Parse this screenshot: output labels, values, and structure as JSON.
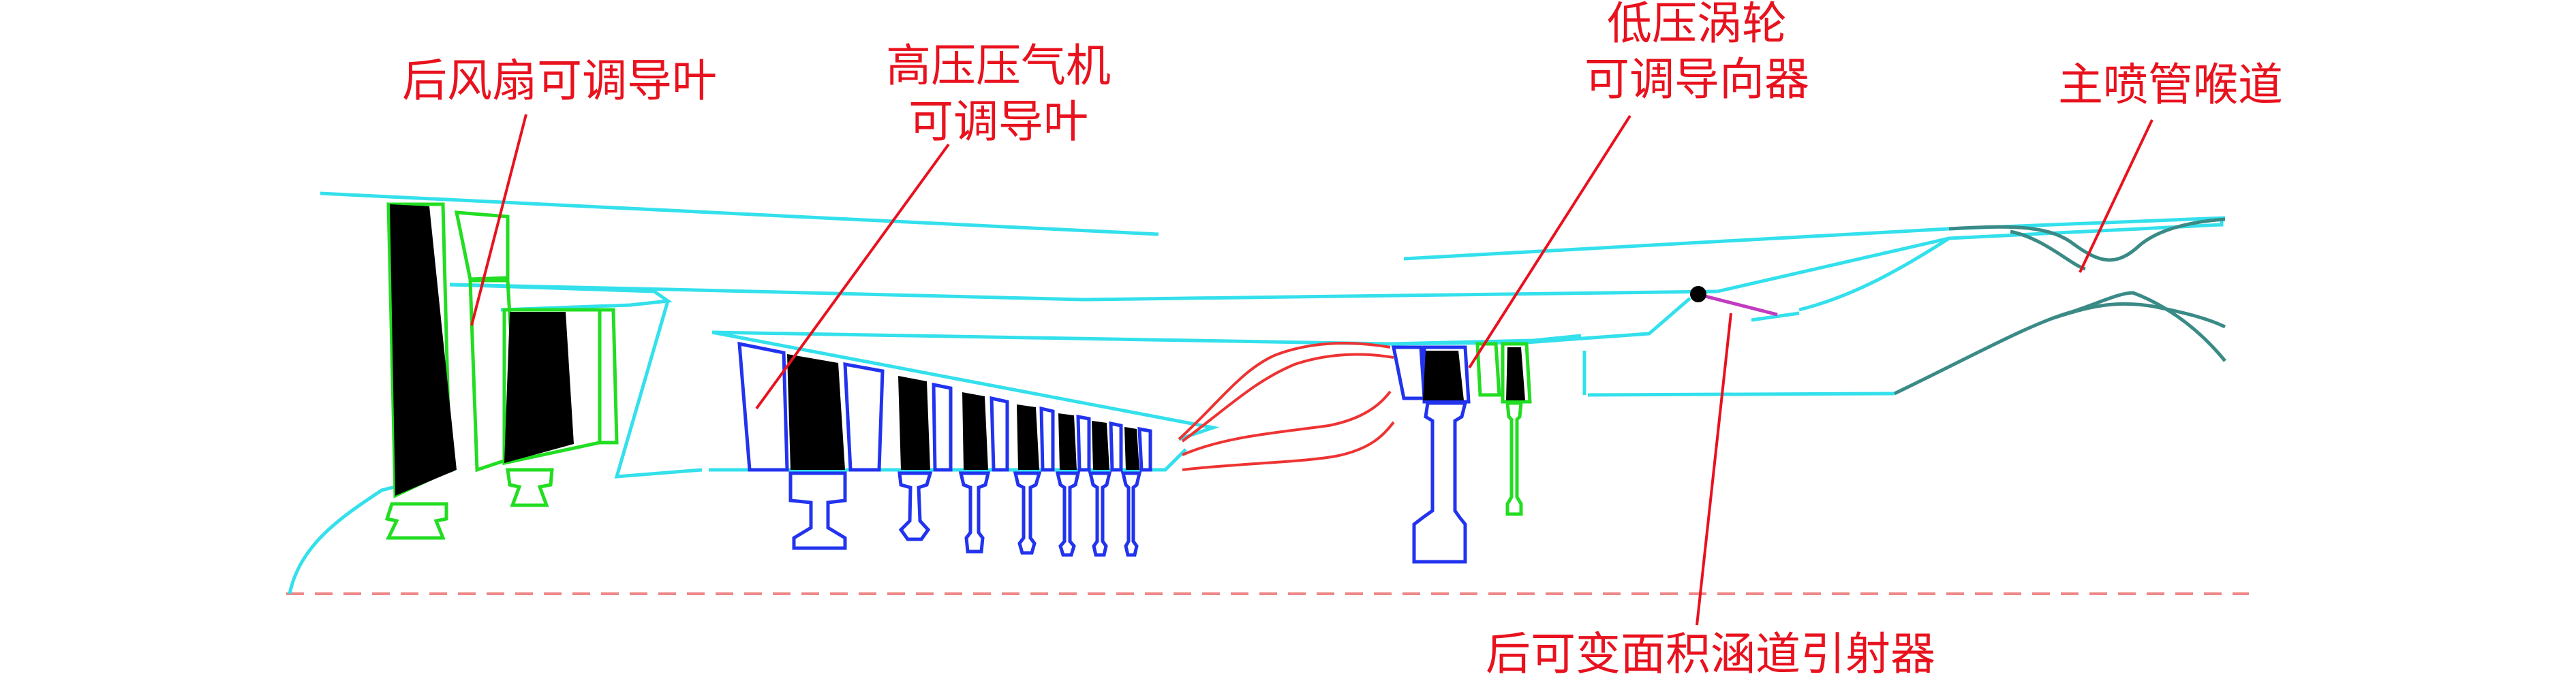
{
  "labels": {
    "rear_fan_vanes": "后风扇可调导叶",
    "hpc_vanes_line1": "高压压气机",
    "hpc_vanes_line2": "可调导叶",
    "lpt_vanes_line1": "低压涡轮",
    "lpt_vanes_line2": "可调导向器",
    "nozzle_throat": "主喷管喉道",
    "rear_bypass_ejector": "后可变面积涵道引射器"
  },
  "colors": {
    "duct": "#33e0ec",
    "fan": "#22dd22",
    "compressor": "#2233ee",
    "combustor": "#ee3333",
    "nozzle": "#3a8a86",
    "ejector": "#c03cc0",
    "blade_fill": "#000000",
    "label": "#e8121e",
    "leader": "#e8121e",
    "axis": "#ee8888"
  }
}
